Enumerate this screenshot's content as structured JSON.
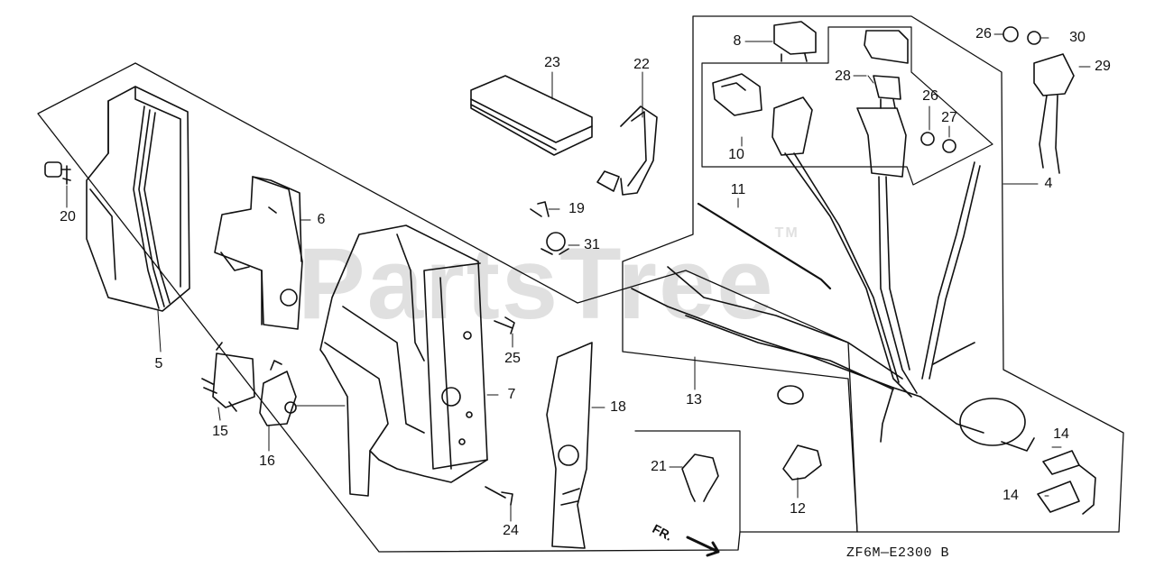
{
  "diagram": {
    "watermark": "PartsTree",
    "watermark_mark": "TM",
    "drawing_code": "ZF6M—E2300 B",
    "front_arrow_label": "FR.",
    "callouts": [
      {
        "id": "4",
        "text": "4"
      },
      {
        "id": "5",
        "text": "5"
      },
      {
        "id": "6",
        "text": "6"
      },
      {
        "id": "7",
        "text": "7"
      },
      {
        "id": "8",
        "text": "8"
      },
      {
        "id": "10",
        "text": "10"
      },
      {
        "id": "11",
        "text": "11"
      },
      {
        "id": "12",
        "text": "12"
      },
      {
        "id": "13",
        "text": "13"
      },
      {
        "id": "14a",
        "text": "14"
      },
      {
        "id": "14b",
        "text": "14"
      },
      {
        "id": "15",
        "text": "15"
      },
      {
        "id": "16",
        "text": "16"
      },
      {
        "id": "18",
        "text": "18"
      },
      {
        "id": "19",
        "text": "19"
      },
      {
        "id": "20",
        "text": "20"
      },
      {
        "id": "21",
        "text": "21"
      },
      {
        "id": "22",
        "text": "22"
      },
      {
        "id": "23",
        "text": "23"
      },
      {
        "id": "24",
        "text": "24"
      },
      {
        "id": "25",
        "text": "25"
      },
      {
        "id": "26a",
        "text": "26"
      },
      {
        "id": "26b",
        "text": "26"
      },
      {
        "id": "27",
        "text": "27"
      },
      {
        "id": "28",
        "text": "28"
      },
      {
        "id": "29",
        "text": "29"
      },
      {
        "id": "30",
        "text": "30"
      },
      {
        "id": "31",
        "text": "31"
      }
    ]
  }
}
